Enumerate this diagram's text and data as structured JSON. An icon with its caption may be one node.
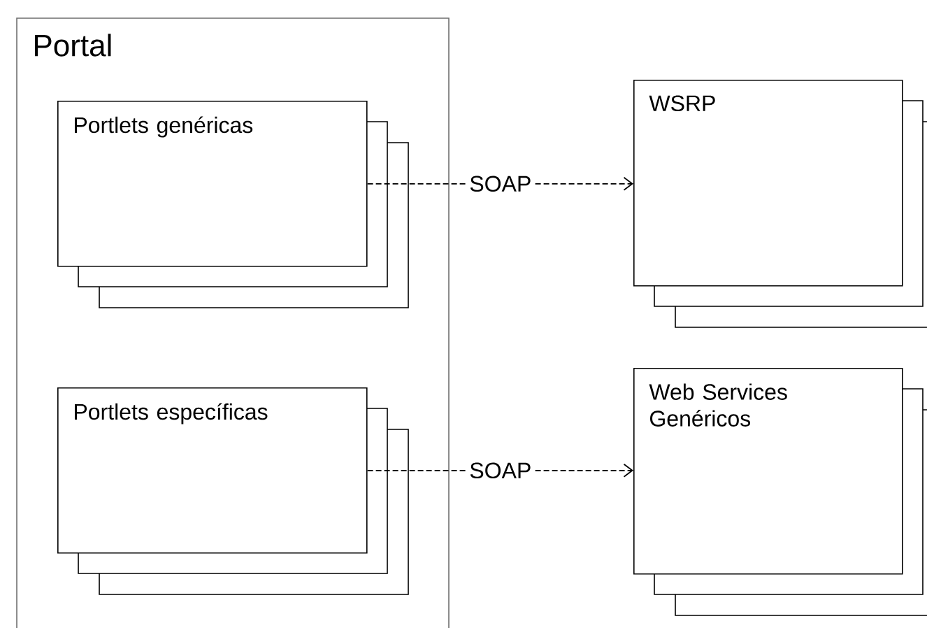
{
  "diagram": {
    "nodes": [
      {
        "text": [
          "Portal"
        ]
      },
      {
        "text": [
          "Portlets genéricas"
        ],
        "in": 0
      },
      {
        "text": [
          "Portlets específicas"
        ],
        "in": 0
      },
      {
        "text": [
          "WSRP"
        ]
      },
      {
        "text": [
          "Web Services Genéricos"
        ]
      }
    ],
    "edges": [
      {
        "from": 1,
        "to": 3,
        "arrow": "to",
        "label": "SOAP",
        "style": "dashed"
      },
      {
        "from": 2,
        "to": 4,
        "arrow": "to",
        "label": "SOAP",
        "style": "dashed"
      }
    ]
  }
}
